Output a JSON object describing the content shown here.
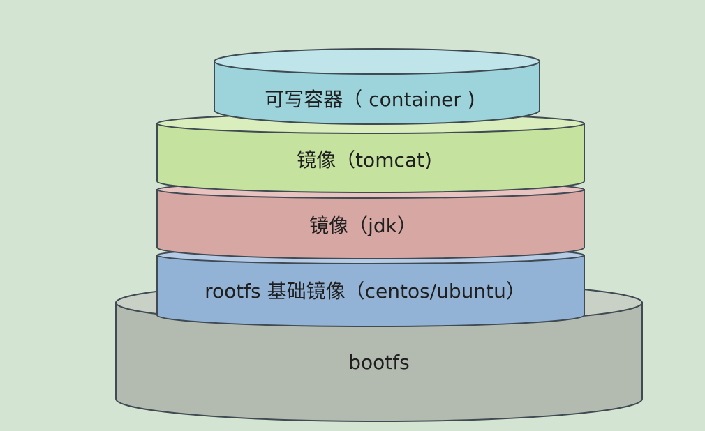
{
  "diagram": {
    "layers": [
      {
        "id": "bootfs",
        "label": "bootfs",
        "body_color": "#b3bbb0",
        "top_color": "#c9d0c6"
      },
      {
        "id": "rootfs",
        "label": "rootfs 基础镜像（centos/ubuntu）",
        "body_color": "#93b3d6",
        "top_color": "#b5cbe6"
      },
      {
        "id": "jdk",
        "label": "镜像（jdk）",
        "body_color": "#d7a7a4",
        "top_color": "#e8c3c0"
      },
      {
        "id": "tomcat",
        "label": "镜像（tomcat)",
        "body_color": "#c6e29f",
        "top_color": "#d9edbd"
      },
      {
        "id": "container",
        "label": "可写容器（ container )",
        "body_color": "#9dd3db",
        "top_color": "#bfe5ea"
      }
    ]
  }
}
